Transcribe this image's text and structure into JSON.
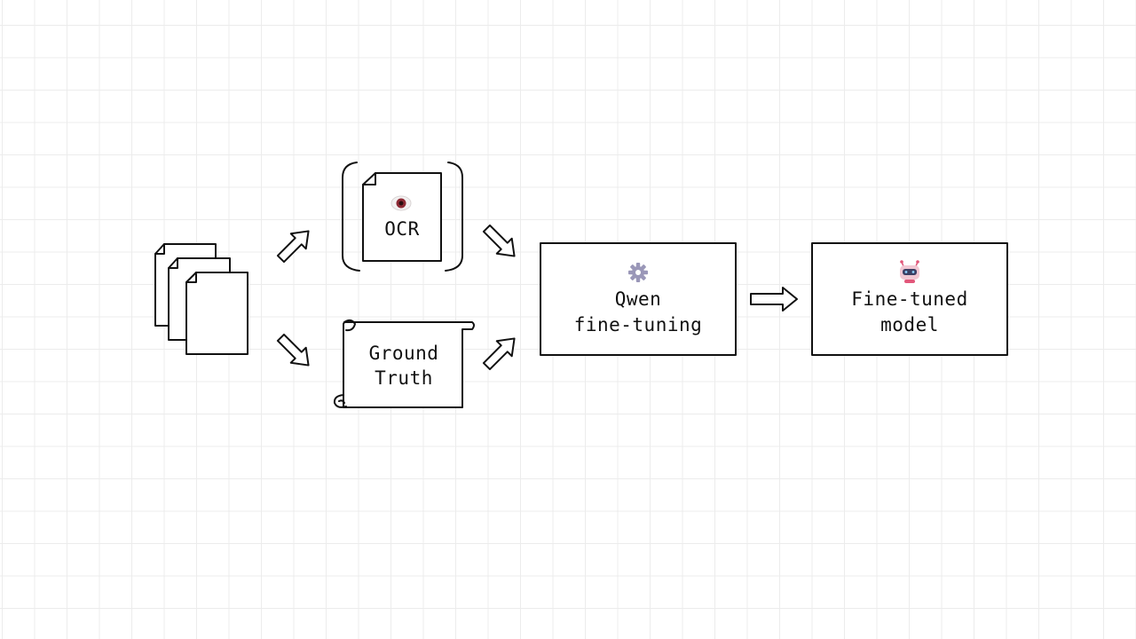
{
  "nodes": {
    "ocr": {
      "label": "OCR",
      "icon": "eye-icon"
    },
    "ground_truth": {
      "line1": "Ground",
      "line2": "Truth",
      "icon": "scroll-icon"
    },
    "qwen": {
      "line1": "Qwen",
      "line2": "fine-tuning",
      "icon": "gear-icon"
    },
    "model": {
      "line1": "Fine-tuned",
      "line2": "model",
      "icon": "robot-icon"
    }
  },
  "colors": {
    "ink": "#111111",
    "grid": "#ececec",
    "gear": "#9a97b8",
    "robot_accent": "#e2577a",
    "eye_iris": "#8e2a35"
  }
}
